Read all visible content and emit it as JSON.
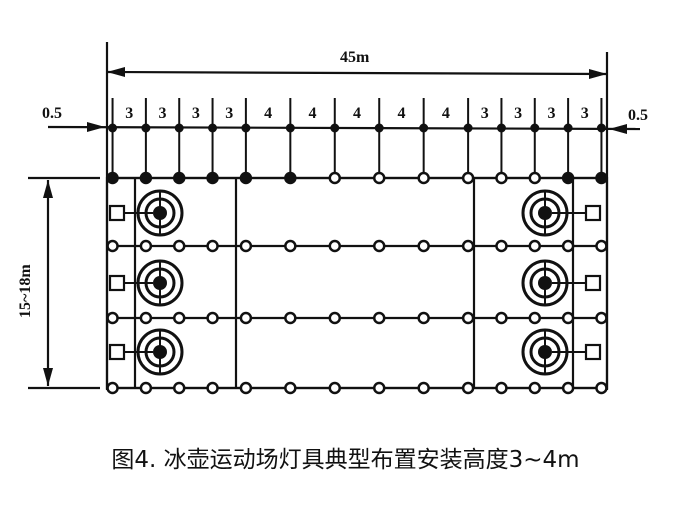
{
  "total_width_label": "45m",
  "margin_left_label": "0.5",
  "margin_right_label": "0.5",
  "height_label": "15~18m",
  "spacings": [
    "3",
    "3",
    "3",
    "3",
    "4",
    "4",
    "4",
    "4",
    "4",
    "3",
    "3",
    "3",
    "3"
  ],
  "caption": "图4. 冰壶运动场灯具典型布置安装高度3~4m"
}
